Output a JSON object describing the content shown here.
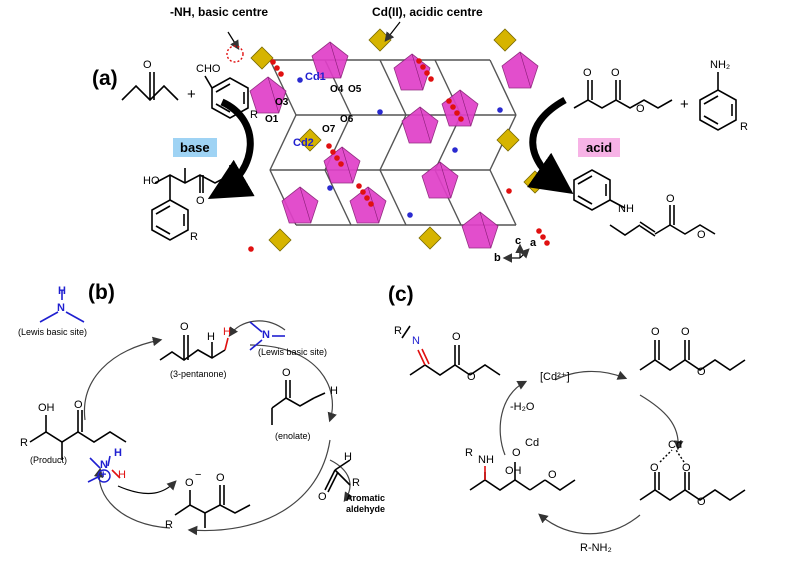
{
  "panel_a": {
    "label": "(a)",
    "nh_label": "-NH, basic centre",
    "cd_label": "Cd(II), acidic centre",
    "cd1": "Cd1",
    "cd2": "Cd2",
    "atoms": [
      "O4",
      "O5",
      "O3",
      "O1",
      "O7",
      "O6"
    ],
    "base_label": "base",
    "acid_label": "acid",
    "cho": "CHO",
    "nh2": "NH₂",
    "r": "R",
    "plus": "+",
    "ho": "HO",
    "o": "O",
    "nh": "NH",
    "axes": {
      "c": "c",
      "a": "a",
      "b": "b"
    }
  },
  "panel_b": {
    "label": "(b)",
    "lewis1": "(Lewis basic site)",
    "lewis2": "(Lewis basic site)",
    "pentanone": "(3-pentanone)",
    "enolate": "(enolate)",
    "product": "(Product)",
    "aromatic": "Aromatic",
    "aldehyde": "aldehyde",
    "oh": "OH",
    "o": "O",
    "h": "H",
    "r": "R",
    "n": "N",
    "plus": "+",
    "minus": "−"
  },
  "panel_c": {
    "label": "(c)",
    "cd2plus": "[Cd²⁺]",
    "water": "-H₂O",
    "rnh2": "R-NH₂",
    "cd": "Cd",
    "o": "O",
    "oh": "OH",
    "nh": "NH",
    "n": "N",
    "r": "R"
  },
  "colors": {
    "magenta_polyhedron": "#e040c8",
    "gold_polyhedron": "#d6b400",
    "oxygen": "#e01010",
    "nitrogen": "#2a2ad0",
    "carbon": "#555555",
    "base_box": "#9fd3f4",
    "acid_box": "#f7b3e6",
    "blue_text": "#1f1fd0",
    "red_bond": "#e01010"
  }
}
